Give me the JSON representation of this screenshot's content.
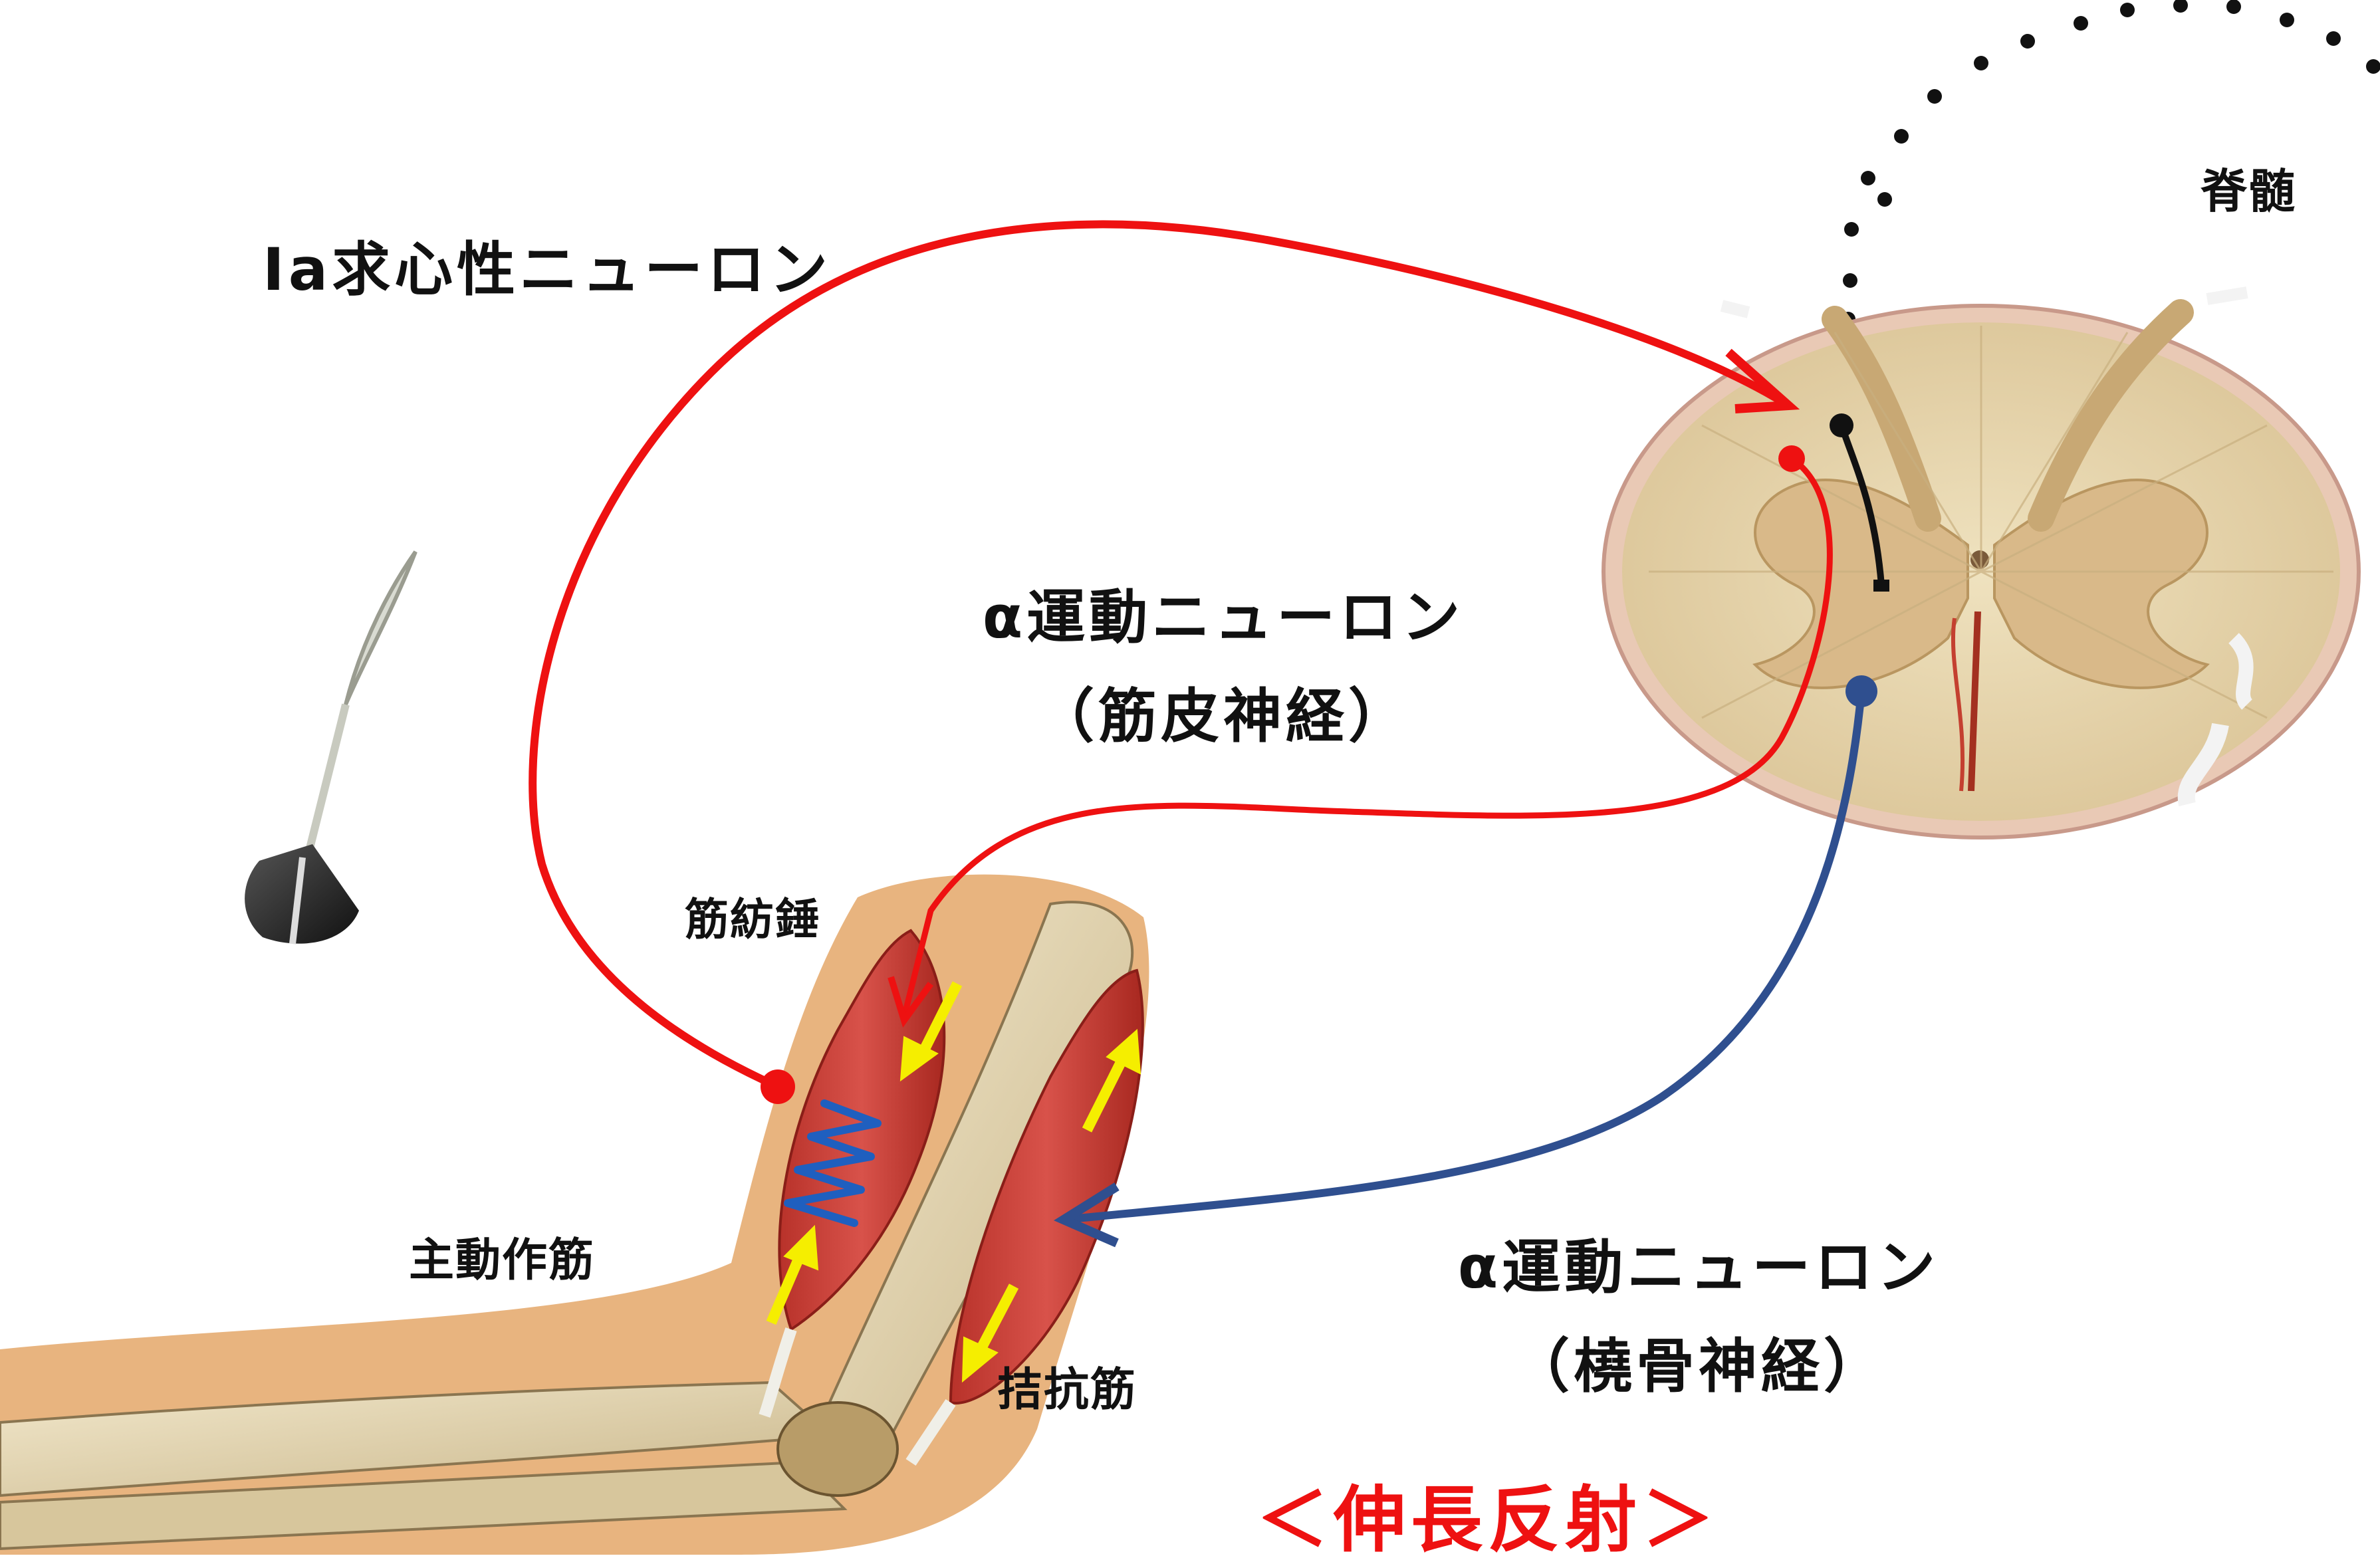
{
  "labels": {
    "ia_afferent": "Ia求心性ニューロン",
    "spinal_cord": "脊髄",
    "alpha_motor_1": "α運動ニューロン",
    "alpha_motor_1_nerve": "（筋皮神経）",
    "alpha_motor_2": "α運動ニューロン",
    "alpha_motor_2_nerve": "（橈骨神経）",
    "muscle_spindle": "筋紡錘",
    "agonist": "主動作筋",
    "antagonist": "拮抗筋",
    "title": "＜伸長反射＞"
  },
  "colors": {
    "afferent_pathway": "#ee1111",
    "efferent_pathway": "#2f4f8f",
    "interneuron": "#111111",
    "force_arrows": "#f5ee00",
    "spindle_coil": "#1f5fbf",
    "title": "#ee1111"
  },
  "icons": {
    "hammer": "reflex-hammer-icon",
    "spinal_cord": "spinal-cord-cross-section",
    "arm": "arm-muscle-illustration"
  }
}
